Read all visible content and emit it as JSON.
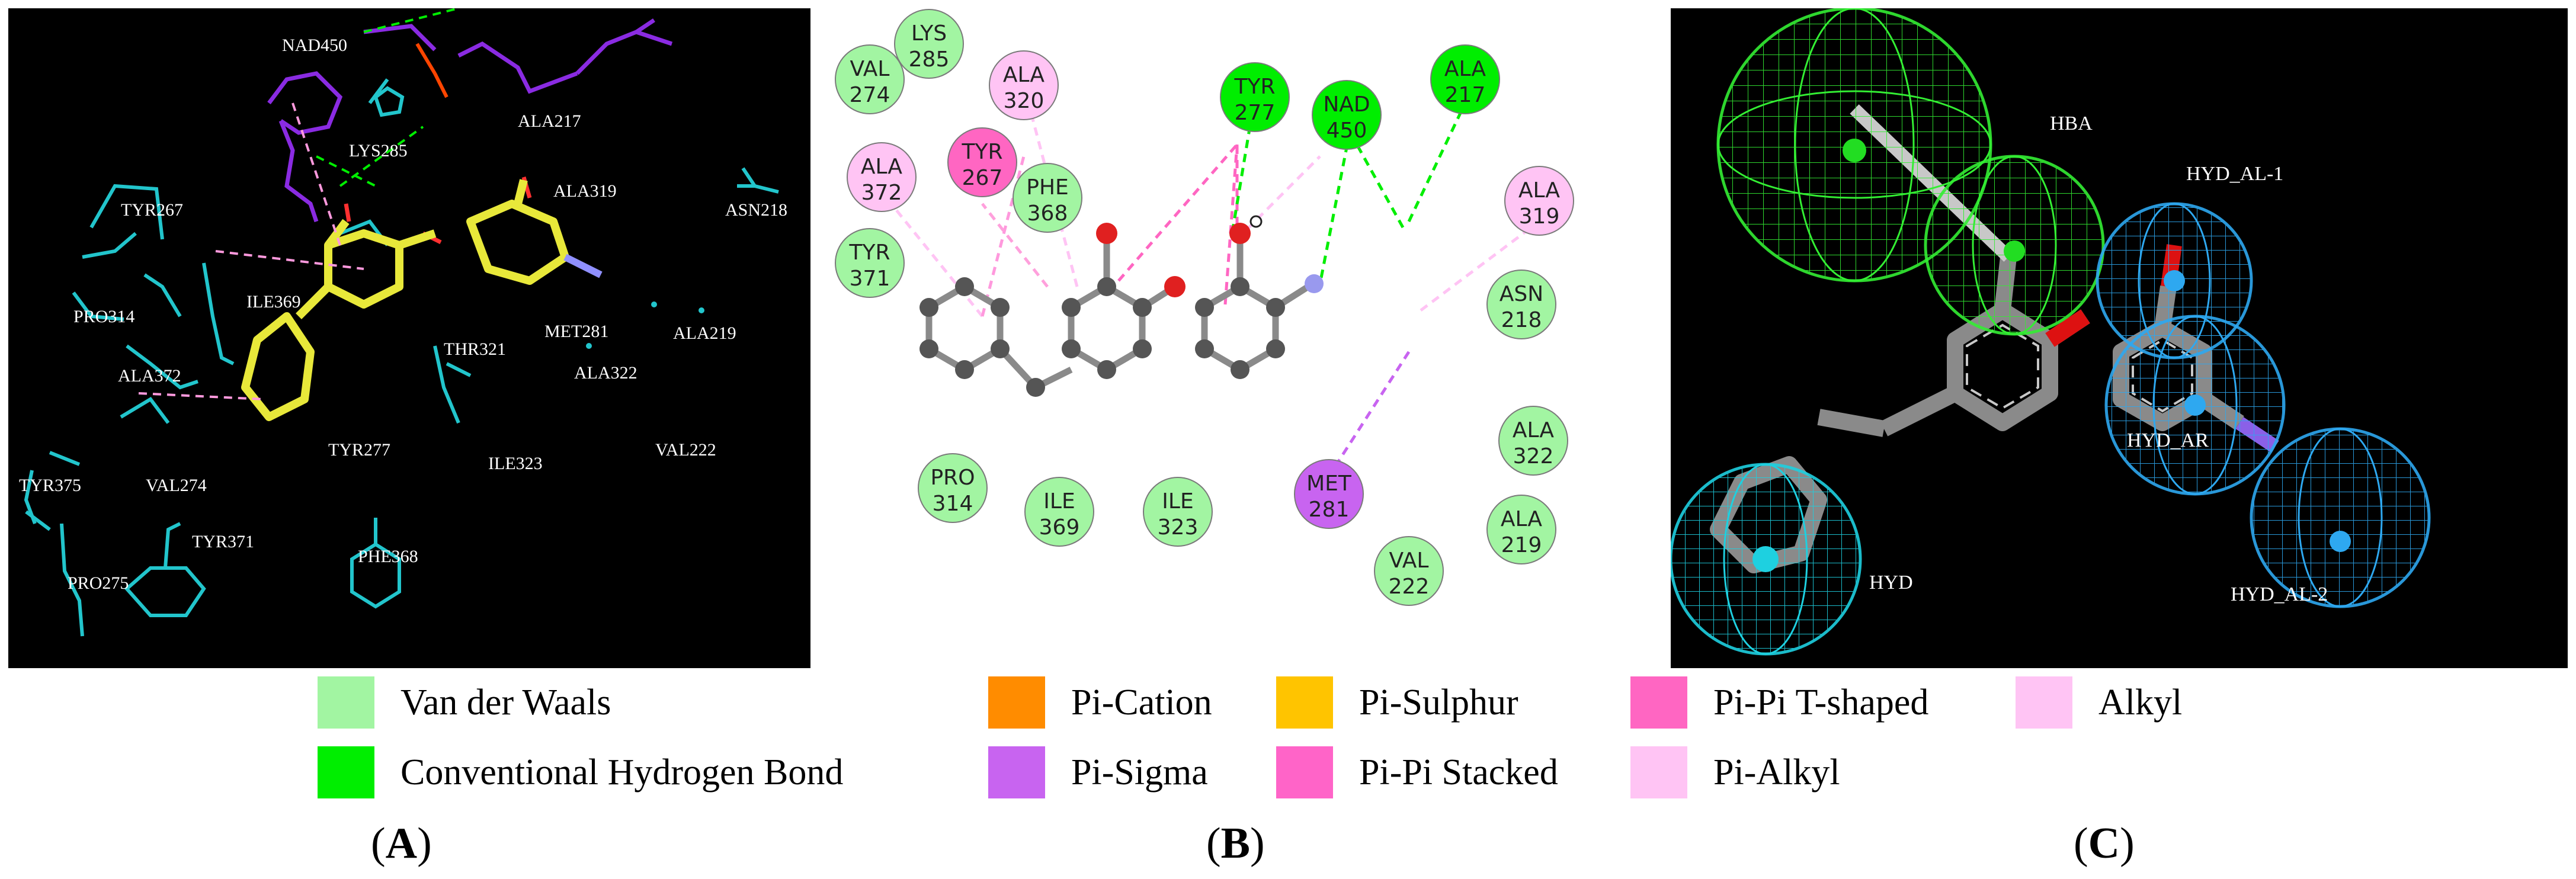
{
  "panel_a": {
    "labels": {
      "nad450": "NAD450",
      "ala217": "ALA217",
      "lys285": "LYS285",
      "ala319": "ALA319",
      "asn218": "ASN218",
      "tyr267": "TYR267",
      "pro314": "PRO314",
      "ile369": "ILE369",
      "thr321": "THR321",
      "met281": "MET281",
      "ala219": "ALA219",
      "ala322": "ALA322",
      "ala372": "ALA372",
      "val222": "VAL222",
      "tyr277": "TYR277",
      "ile323": "ILE323",
      "val274": "VAL274",
      "tyr375": "TYR375",
      "tyr371": "TYR371",
      "phe368": "PHE368",
      "pro275": "PRO275"
    }
  },
  "panel_b": {
    "residues": [
      {
        "id": "val274",
        "line1": "VAL",
        "line2": "274",
        "type": "vdw"
      },
      {
        "id": "lys285",
        "line1": "LYS",
        "line2": "285",
        "type": "vdw"
      },
      {
        "id": "ala320",
        "line1": "ALA",
        "line2": "320",
        "type": "alkyl"
      },
      {
        "id": "tyr277",
        "line1": "TYR",
        "line2": "277",
        "type": "hbond"
      },
      {
        "id": "nad450",
        "line1": "NAD",
        "line2": "450",
        "type": "hbond"
      },
      {
        "id": "ala217",
        "line1": "ALA",
        "line2": "217",
        "type": "hbond"
      },
      {
        "id": "ala372",
        "line1": "ALA",
        "line2": "372",
        "type": "alkyl"
      },
      {
        "id": "tyr267",
        "line1": "TYR",
        "line2": "267",
        "type": "pipi_t"
      },
      {
        "id": "phe368",
        "line1": "PHE",
        "line2": "368",
        "type": "vdw"
      },
      {
        "id": "ala319",
        "line1": "ALA",
        "line2": "319",
        "type": "alkyl"
      },
      {
        "id": "tyr371",
        "line1": "TYR",
        "line2": "371",
        "type": "vdw"
      },
      {
        "id": "asn218",
        "line1": "ASN",
        "line2": "218",
        "type": "vdw"
      },
      {
        "id": "ala322",
        "line1": "ALA",
        "line2": "322",
        "type": "vdw"
      },
      {
        "id": "pro314",
        "line1": "PRO",
        "line2": "314",
        "type": "vdw"
      },
      {
        "id": "ile369",
        "line1": "ILE",
        "line2": "369",
        "type": "vdw"
      },
      {
        "id": "ile323",
        "line1": "ILE",
        "line2": "323",
        "type": "vdw"
      },
      {
        "id": "met281",
        "line1": "MET",
        "line2": "281",
        "type": "pisigma"
      },
      {
        "id": "val222",
        "line1": "VAL",
        "line2": "222",
        "type": "vdw"
      },
      {
        "id": "ala219",
        "line1": "ALA",
        "line2": "219",
        "type": "vdw"
      }
    ]
  },
  "panel_c": {
    "labels": {
      "hba": "HBA",
      "hyd_al_1": "HYD_AL-1",
      "hyd_ar": "HYD_AR",
      "hyd": "HYD",
      "hyd_al_2": "HYD_AL-2"
    }
  },
  "legend": [
    {
      "label": "Van der Waals",
      "color": "#a2f5a2"
    },
    {
      "label": "Conventional Hydrogen Bond",
      "color": "#00ee00"
    },
    {
      "label": "Pi-Cation",
      "color": "#ff8c00"
    },
    {
      "label": "Pi-Sigma",
      "color": "#c864f0"
    },
    {
      "label": "Pi-Sulphur",
      "color": "#ffc400"
    },
    {
      "label": "Pi-Pi Stacked",
      "color": "#ff64c8"
    },
    {
      "label": "Pi-Pi T-shaped",
      "color": "#ff66c2"
    },
    {
      "label": "Pi-Alkyl",
      "color": "#ffc4f4"
    },
    {
      "label": "Alkyl",
      "color": "#ffc4f4"
    }
  ],
  "captions": {
    "a": "A",
    "b": "B",
    "c": "C"
  },
  "colors": {
    "vdw": "#a2f5a2",
    "hbond": "#00ee00",
    "pisigma": "#c864f0",
    "pipi_t": "#ff66c2",
    "alkyl": "#ffc4f4",
    "cyan": "#22c5cc",
    "ligand_yellow": "#e8e83a"
  }
}
